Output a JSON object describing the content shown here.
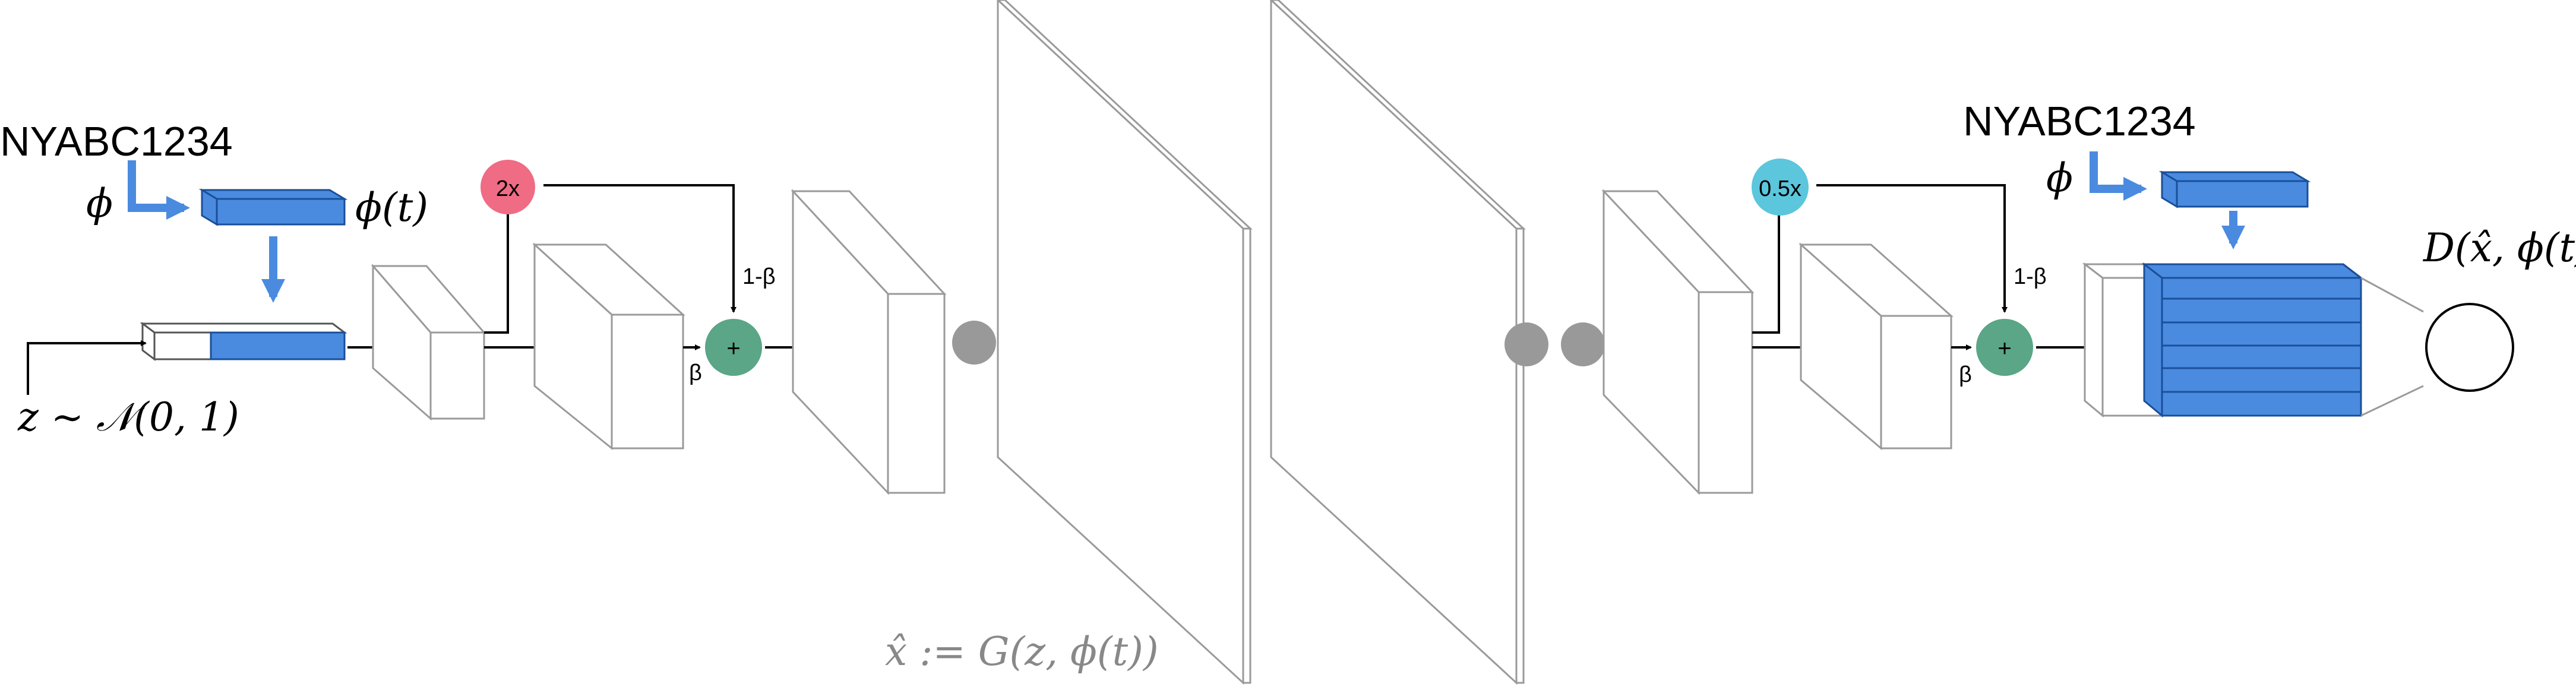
{
  "labels": {
    "text_left": "NYABC1234",
    "text_right": "NYABC1234",
    "phi_left": "ϕ",
    "phi_t": "ϕ(t)",
    "z_noise": "z ∼ 𝒩(0, 1)",
    "phi_right": "ϕ",
    "generator_output": "x̂ := G(z, ϕ(t))",
    "discriminator_output": "D(x̂, ϕ(t))"
  },
  "nodes": {
    "upsample_factor": "2x",
    "downsample_factor": "0.5x",
    "sum_left": "+",
    "sum_right": "+",
    "beta_left": "β",
    "one_minus_beta_left": "1-β",
    "beta_right": "β",
    "one_minus_beta_right": "1-β"
  },
  "colors": {
    "embedding_blue": "#4a8be0",
    "upsample_pink": "#f06b84",
    "downsample_cyan": "#5bc6dc",
    "sum_green": "#5aa686",
    "ellipsis_gray": "#999999",
    "box_stroke": "#9a9a9a"
  }
}
